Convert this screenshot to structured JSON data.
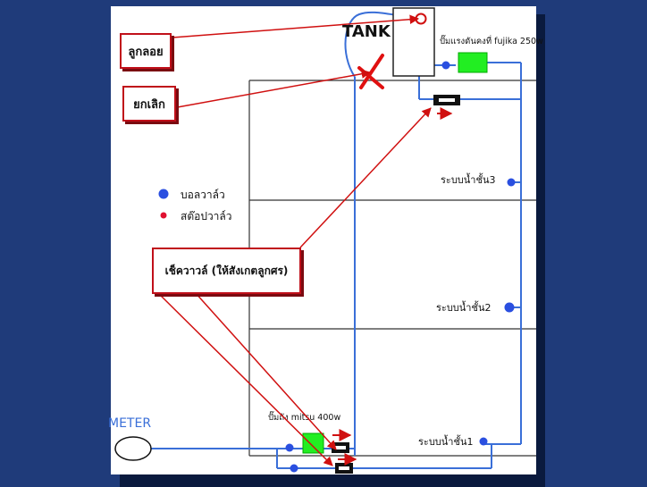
{
  "tank_label": "TANK",
  "meter_label": "METER",
  "top_pump_label": "ปั๊มแรงดันคงที่ fujika 250w",
  "bottom_pump_label": "ปั๊มถัง mitsu 400w",
  "legend": {
    "ball_valve": "บอลวาล์ว",
    "stop_valve": "สต๊อปวาล์ว"
  },
  "floors": {
    "floor3": "ระบบน้ำชั้น3",
    "floor2": "ระบบน้ำชั้น2",
    "floor1": "ระบบน้ำชั้น1"
  },
  "callouts": {
    "float_ball": "ลูกลอย",
    "cancel": "ยกเลิก",
    "check_valve": "เช็ควาวล์ (ให้สังเกตลูกศร)"
  },
  "colors": {
    "pipe": "#3a6fd8",
    "pump": "#22ee22",
    "callout_border": "#c0101a",
    "arrow": "#d01010",
    "background": "#1f3b7a"
  }
}
